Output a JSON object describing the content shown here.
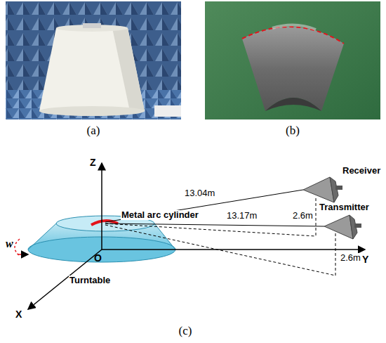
{
  "diagram": {
    "labels": [
      "(a)",
      "(b)",
      "Z",
      "Metal arc cylinder",
      "13.04m",
      "Receiver",
      "2.6m",
      "13.17m",
      "Transmitter",
      "2.6m",
      "w",
      "O",
      "Y",
      "Turntable",
      "X",
      "(c)"
    ]
  }
}
